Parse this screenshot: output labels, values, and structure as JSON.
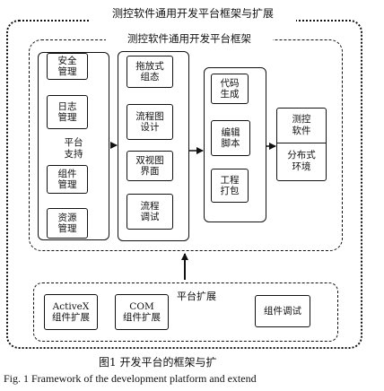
{
  "diagram": {
    "outer_title": "测控软件通用开发平台框架与扩展",
    "inner_title": "测控软件通用开发平台框架",
    "support": {
      "label": "平台\n支持",
      "items": [
        "安全\n管理",
        "日志\n管理",
        "组件\n管理",
        "资源\n管理"
      ]
    },
    "design": {
      "items": [
        "拖放式\n组态",
        "流程图\n设计",
        "双视图\n界面",
        "流程\n调试"
      ]
    },
    "generate": {
      "items": [
        "代码\n生成",
        "编辑\n脚本",
        "工程\n打包"
      ]
    },
    "target": {
      "top": "测控\n软件",
      "bottom": "分布式\n环境"
    },
    "extension": {
      "label": "平台扩展",
      "items": [
        "ActiveX\n组件扩展",
        "COM\n组件扩展",
        "组件调试"
      ]
    }
  },
  "caption": {
    "cn": "图1   开发平台的框架与扩",
    "en": "Fig. 1    Framework of the development platform and extend"
  }
}
